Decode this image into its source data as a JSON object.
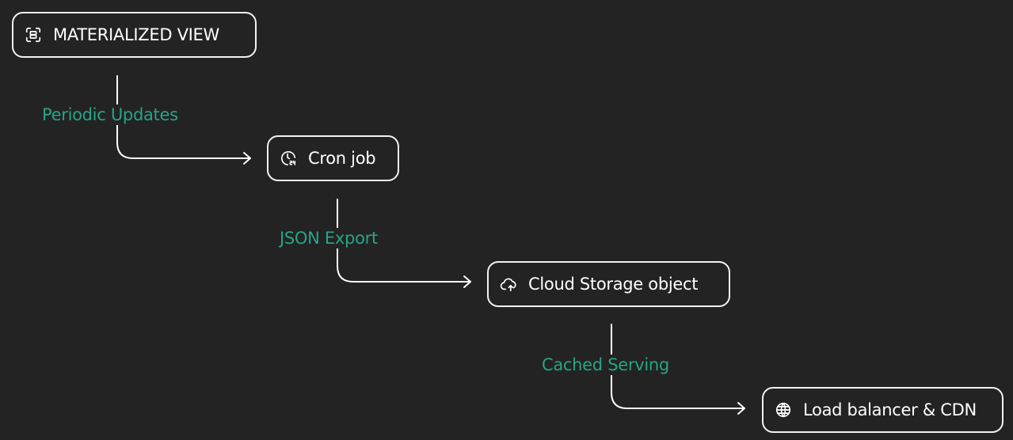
{
  "diagram": {
    "nodes": [
      {
        "id": "materialized-view",
        "label": "MATERIALIZED VIEW",
        "icon": "scan-icon"
      },
      {
        "id": "cron-job",
        "label": "Cron job",
        "icon": "clock-24-icon"
      },
      {
        "id": "cloud-storage",
        "label": "Cloud Storage object",
        "icon": "cloud-upload-icon"
      },
      {
        "id": "load-balancer",
        "label": "Load balancer & CDN",
        "icon": "globe-icon"
      }
    ],
    "edges": [
      {
        "from": "materialized-view",
        "to": "cron-job",
        "label": "Periodic Updates"
      },
      {
        "from": "cron-job",
        "to": "cloud-storage",
        "label": "JSON Export"
      },
      {
        "from": "cloud-storage",
        "to": "load-balancer",
        "label": "Cached Serving"
      }
    ]
  },
  "colors": {
    "background": "#232323",
    "node_border": "#f2f2f2",
    "node_text": "#ffffff",
    "edge_label": "#27a488",
    "connector": "#ffffff"
  }
}
